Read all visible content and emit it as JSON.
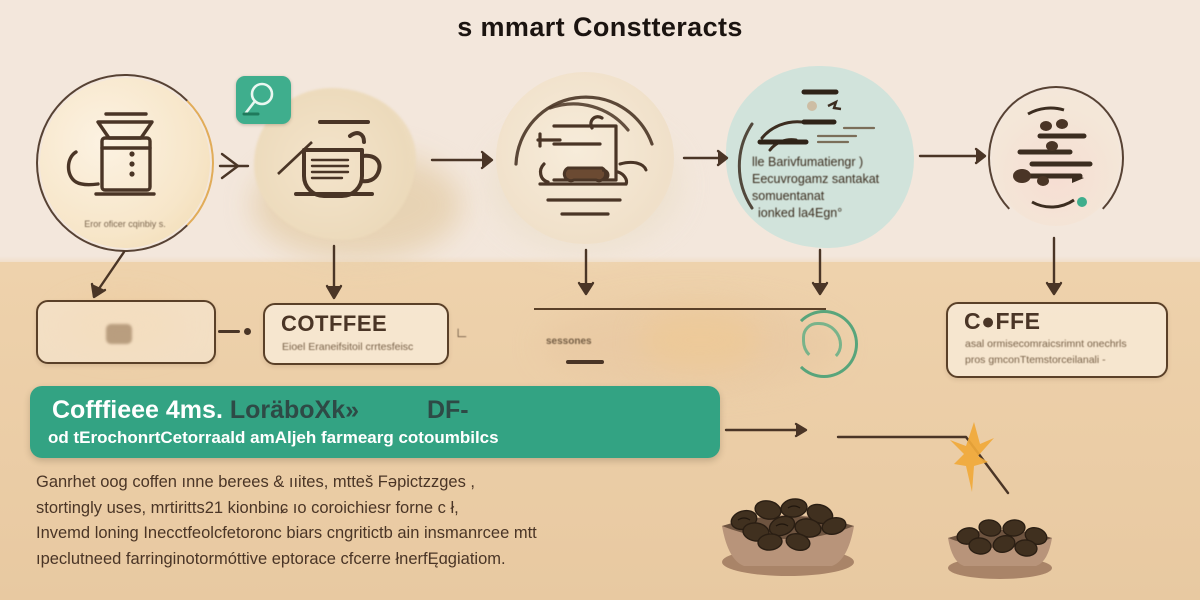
{
  "meta": {
    "title_text": "s mmart Constteracts",
    "background_top": "#f3e7dc",
    "background_bottom": "#eed2ac",
    "ink": "#4a3526",
    "accent_teal": "#33a383",
    "accent_green": "#3fae8d",
    "accent_amber": "#f0a93a"
  },
  "header": {
    "title": "s mmart Constteracts"
  },
  "flow_nodes": [
    {
      "id": "node-1",
      "icon_name": "pour-over-coffee-maker-icon",
      "caption": "Eror oficer cqinbiy s.",
      "fill": "#f7e6cb",
      "style": "outlined"
    },
    {
      "id": "node-2",
      "icon_name": "coffee-cup-icon",
      "badge_icon": "search-magnifier-icon",
      "caption": "",
      "fill": "#f0ddc0",
      "style": "smudge"
    },
    {
      "id": "node-3",
      "icon_name": "espresso-machine-icon",
      "caption": "",
      "fill": "#f4e6d0",
      "style": "outlined"
    },
    {
      "id": "node-4",
      "icon_name": "document-lines-icon",
      "caption_lines": [
        "lle Barivfumatiengr )",
        "Eecuvrogamz santakat",
        "somuentanat",
        "ionked la4Egn°"
      ],
      "fill": "#cfe4dc",
      "style": "filled-mint"
    },
    {
      "id": "node-5",
      "icon_name": "bean-list-icon",
      "caption": "",
      "fill": "#f6e7d6",
      "style": "outlined"
    }
  ],
  "cards": [
    {
      "id": "card-1",
      "title": "",
      "subtitle": "",
      "state": "empty"
    },
    {
      "id": "card-2",
      "title": "COTFFEE",
      "subtitle": "Eioel Eraneifsitoil crrtesfeisc",
      "state": "filled"
    },
    {
      "id": "card-3",
      "title": "",
      "subtitle": "sessones",
      "state": "ghost"
    },
    {
      "id": "card-4",
      "title": "C●FFE",
      "subtitle_lines": [
        "asal ormisecomraicsrimnt onechrls",
        "pros gmconTtemstorceilanali -"
      ],
      "state": "filled"
    }
  ],
  "banner": {
    "line1_white": "Cofffieee 4ms.",
    "line1_dim": "LoräboXk»",
    "line1_tail": "DF-",
    "line2": "od tErochonrtCetorraald amAljeh farmearg cotoumbilcs"
  },
  "paragraph": {
    "lines": [
      "Ganrhet oog coffen ınne berees & ııites, mtteš Fəpictzzges ,",
      "stortingly uses,  mrtiritts21 kionbinɕ ıo coroichiesr forne с  ł,",
      "Invemd loning Inecctfeolcfetoronc biars cngritictb ain insmanrcee mtt",
      "ıpeclutneed farringinotormóttive eptorace cfcerre łnerfĘɑɡiatiom."
    ]
  },
  "bean_bowls": [
    {
      "id": "bowl-large",
      "icon_name": "coffee-bean-bowl-icon"
    },
    {
      "id": "bowl-small",
      "icon_name": "coffee-bean-dish-icon"
    }
  ],
  "decorations": {
    "amber_spark": "amber-arrow-spark",
    "teal_dot": "teal-dot"
  }
}
